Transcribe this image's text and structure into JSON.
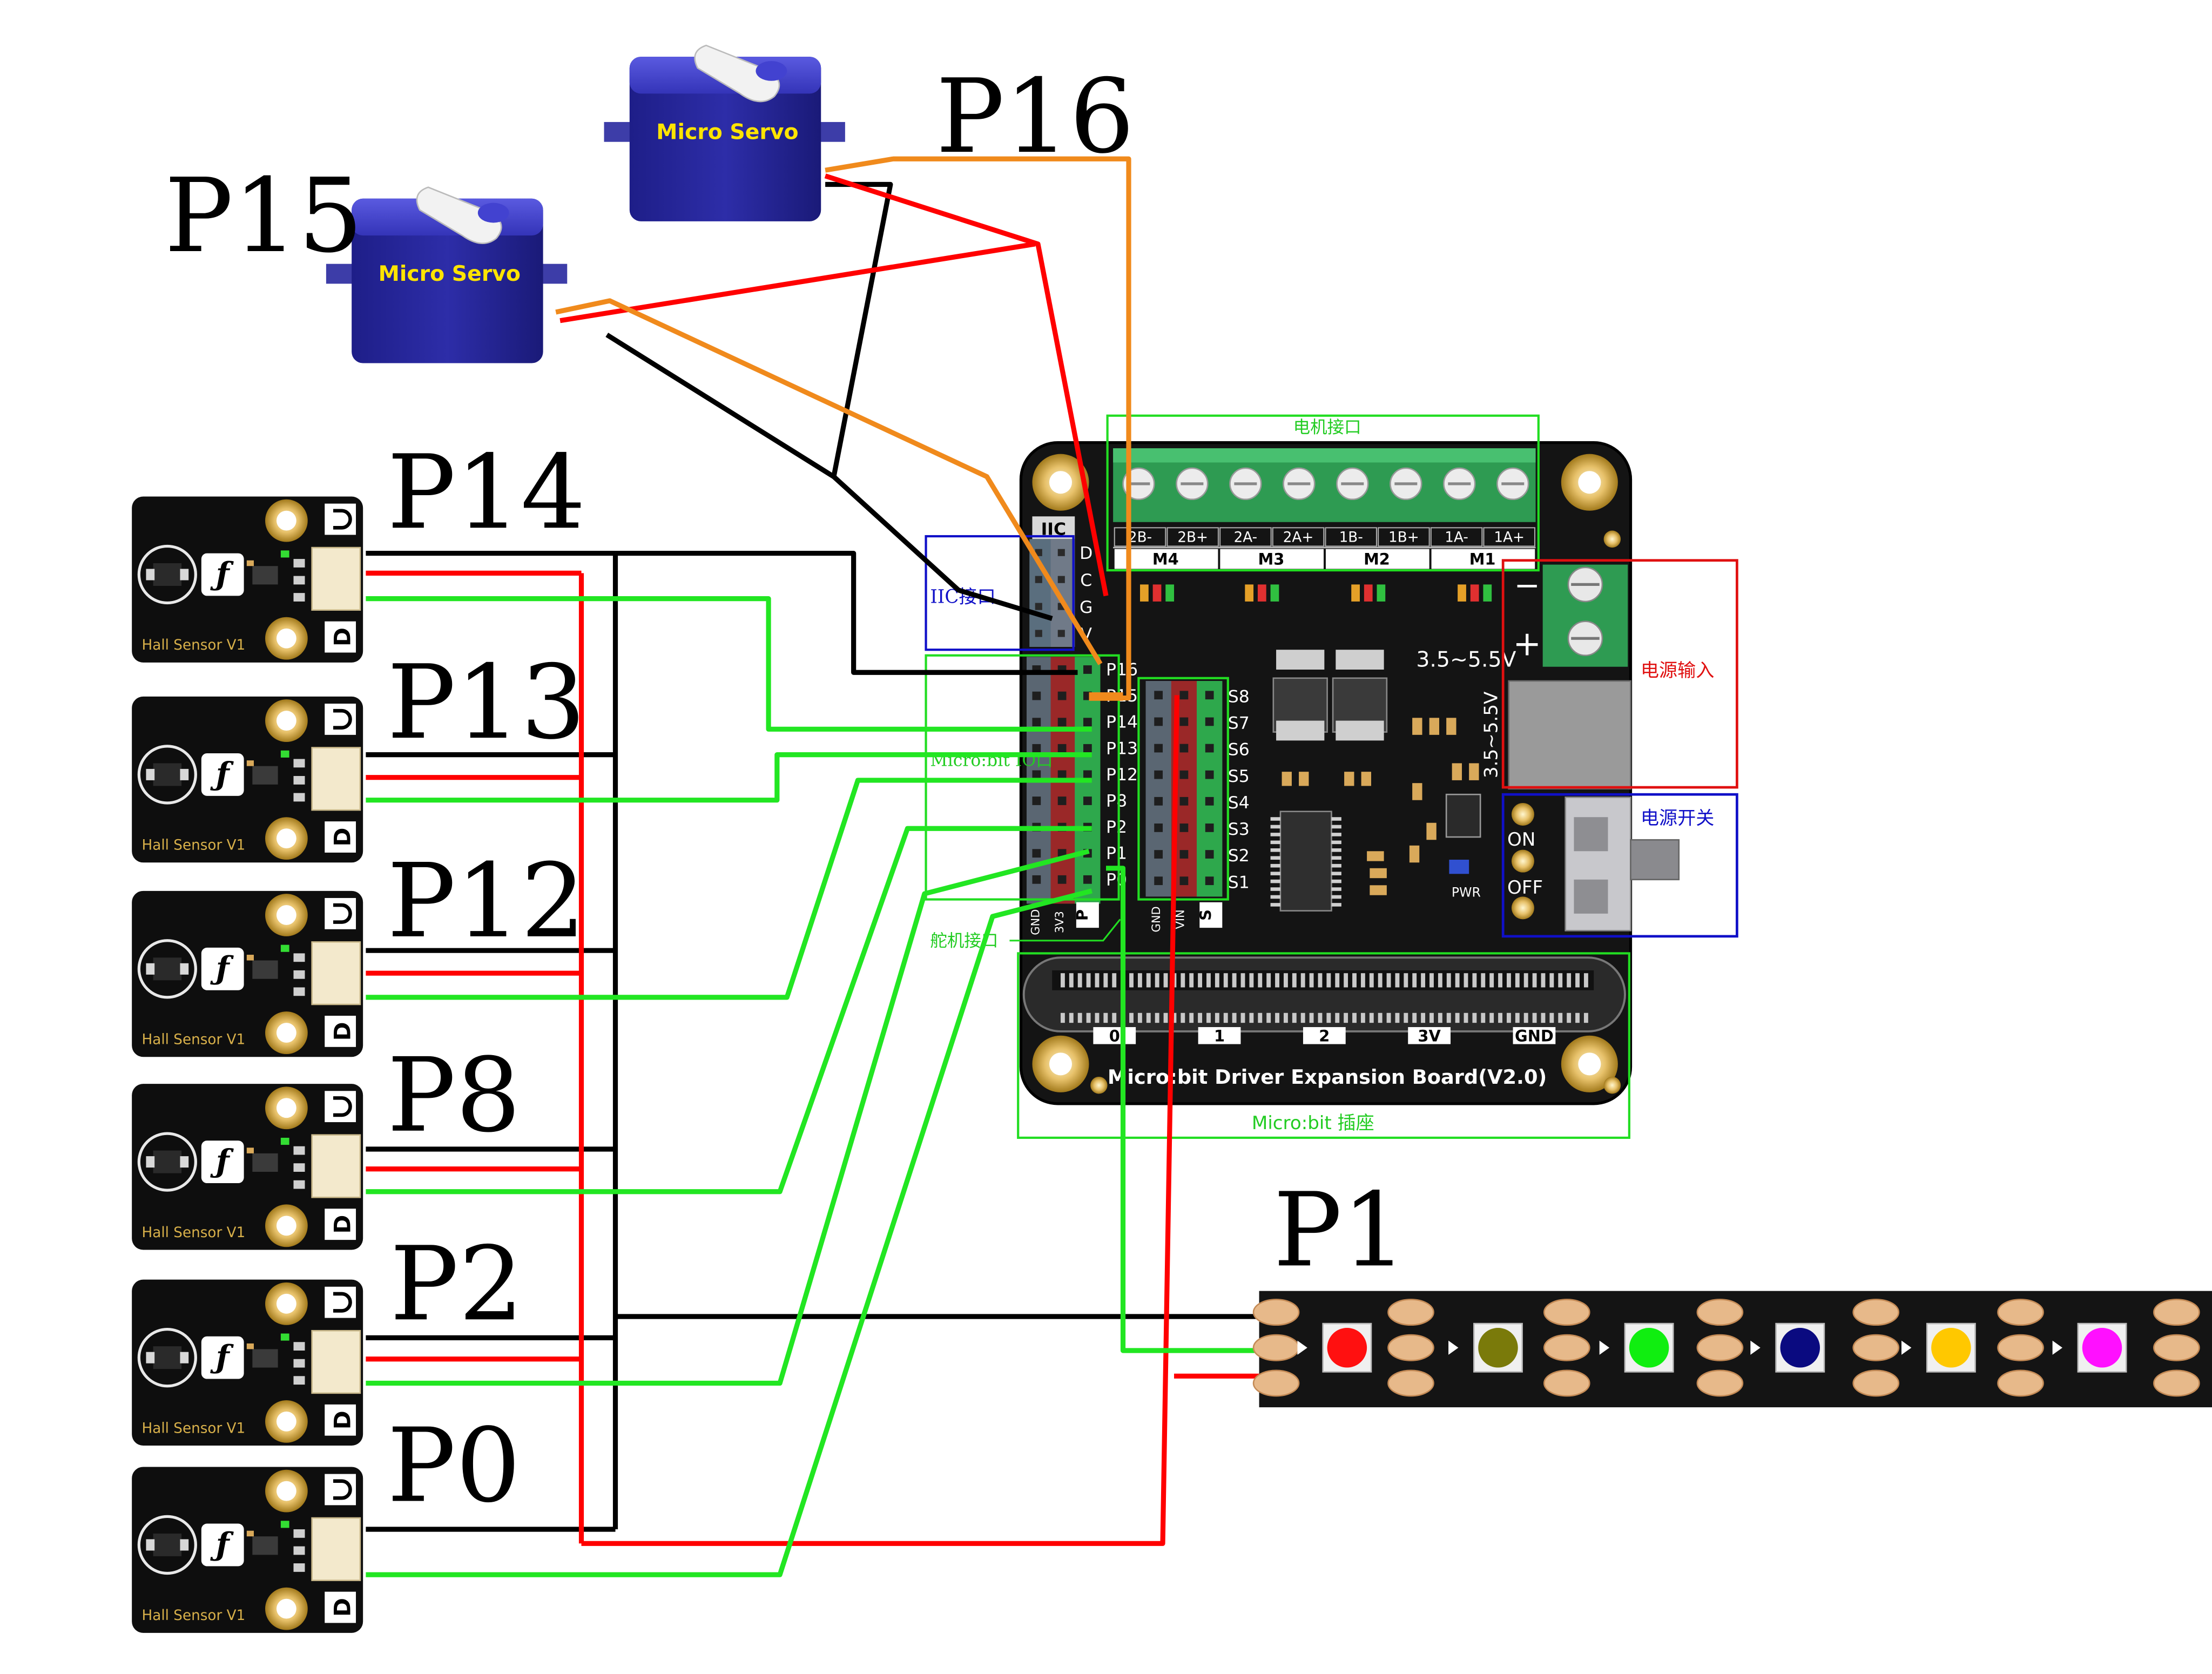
{
  "pin_labels": {
    "p16": "P16",
    "p15": "P15",
    "p14": "P14",
    "p13": "P13",
    "p12": "P12",
    "p8": "P8",
    "p2": "P2",
    "p0": "P0",
    "p1": "P1"
  },
  "servos": [
    {
      "label": "Micro Servo"
    },
    {
      "label": "Micro Servo"
    }
  ],
  "hall_sensor_label": "Hall Sensor V1",
  "board": {
    "title": "Micro:bit Driver Expansion Board(V2.0)",
    "motor_header": "电机接口",
    "motor_groups": [
      "M4",
      "M3",
      "M2",
      "M1"
    ],
    "motor_pins": [
      "2B-",
      "2B+",
      "2A-",
      "2A+",
      "1B-",
      "1B+",
      "1A-",
      "1A+"
    ],
    "iic_title": "IIC",
    "iic_pins": [
      "D",
      "C",
      "G",
      "V"
    ],
    "iic_box_label": "IIC接口",
    "io_box_label": "Micro:bit IO口",
    "io_pins": [
      "P16",
      "P15",
      "P14",
      "P13",
      "P12",
      "P8",
      "P2",
      "P1",
      "P0"
    ],
    "servo_box_label": "舵机接口",
    "servo_pins": [
      "S8",
      "S7",
      "S6",
      "S5",
      "S4",
      "S3",
      "S2",
      "S1"
    ],
    "header_bottom_labels": [
      "GND",
      "3V3",
      "P"
    ],
    "servo_bottom_labels": [
      "GND",
      "VIN",
      "S"
    ],
    "voltage_top": "3.5~5.5V",
    "voltage_side": "3.5~5.5V",
    "power_in_label": "电源输入",
    "power_switch_label": "电源开关",
    "switch_on": "ON",
    "switch_off": "OFF",
    "pwr_led": "PWR",
    "minus": "−",
    "plus": "+",
    "edge_labels": [
      "0",
      "1",
      "2",
      "3V",
      "GND"
    ],
    "socket_label": "Micro:bit 插座"
  },
  "colors": {
    "wire_black": "#000000",
    "wire_red": "#ff0000",
    "wire_green": "#22e622",
    "wire_orange": "#f08a1c",
    "box_green": "#22dd22",
    "box_blue": "#1010c8",
    "box_red": "#e01010",
    "board_bg": "#141414",
    "servo_blue": "#2a2a9a",
    "led_colors": [
      "#ff1010",
      "#7a7a0a",
      "#10ee10",
      "#0a0a80",
      "#ffc800",
      "#ff10ff"
    ]
  }
}
